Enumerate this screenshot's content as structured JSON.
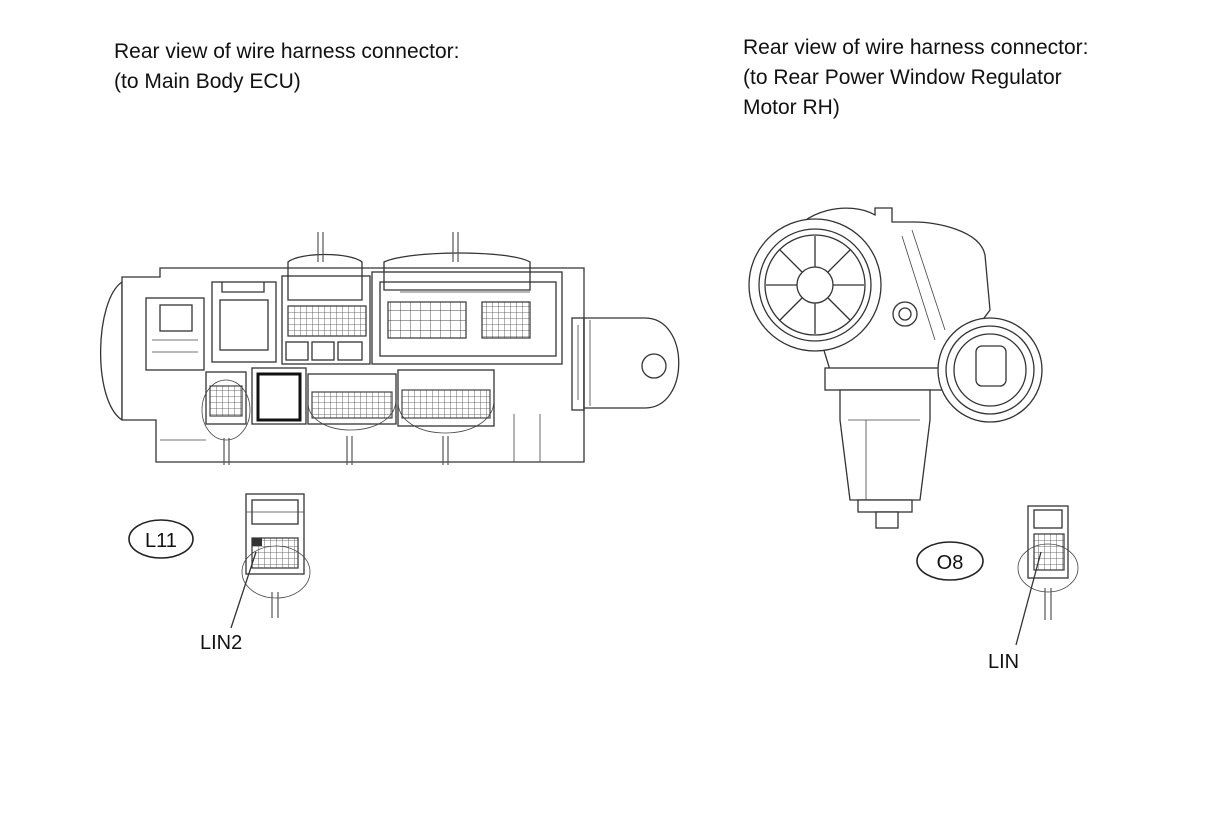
{
  "captions": {
    "left": {
      "line1": "Rear view of wire harness connector:",
      "line2": "(to Main Body ECU)"
    },
    "right": {
      "line1": "Rear view of wire harness connector:",
      "line2": "(to Rear Power Window Regulator",
      "line3": "Motor RH)"
    }
  },
  "connectors": {
    "left": {
      "code": "L11",
      "terminal": "LIN2"
    },
    "right": {
      "code": "O8",
      "terminal": "LIN"
    }
  },
  "colors": {
    "line": "#333333",
    "background": "#ffffff"
  }
}
